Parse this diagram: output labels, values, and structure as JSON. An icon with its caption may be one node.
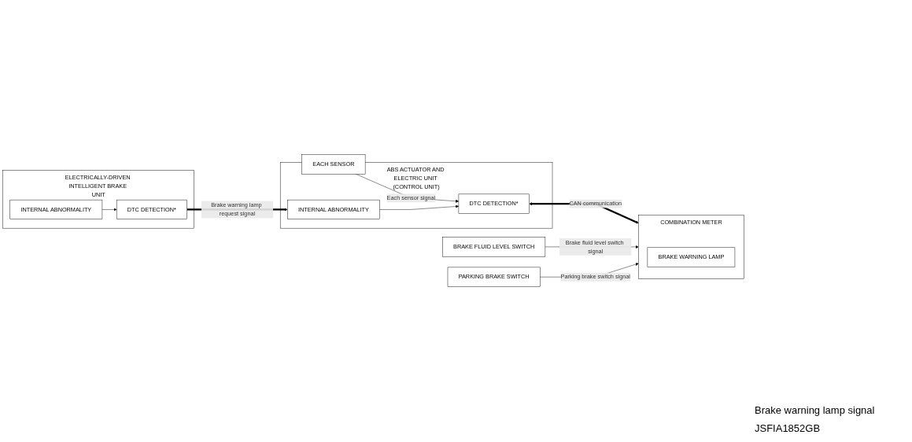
{
  "diagram": {
    "nodes": [
      {
        "text": [
          "EACH SENSOR"
        ]
      },
      {
        "text": [
          "ABS ACTUATOR AND ELECTRIC UNIT (CONTROL UNIT)"
        ]
      },
      {
        "text": [
          "DTC DETECTION*"
        ],
        "in": 1
      },
      {
        "text": [
          "INTERNAL ABNORMALITY"
        ],
        "in": 1
      },
      {
        "text": [
          "ELECTRICALLY-DRIVEN INTELLIGENT BRAKE UNIT"
        ]
      },
      {
        "text": [
          "DTC DETECTION*"
        ],
        "in": 4
      },
      {
        "text": [
          "INTERNAL ABNORMALITY"
        ],
        "in": 4
      },
      {
        "text": [
          "BRAKE FLUID LEVEL SWITCH"
        ]
      },
      {
        "text": [
          "PARKING BRAKE SWITCH"
        ]
      },
      {
        "text": [
          "COMBINATION METER"
        ]
      },
      {
        "text": [
          "BRAKE WARNING LAMP"
        ],
        "in": 9
      }
    ],
    "edges": [
      {
        "from": 0,
        "to": 2,
        "arrow": "to",
        "label": "Each sensor signal"
      },
      {
        "from": 3,
        "to": 2,
        "arrow": "to"
      },
      {
        "from": 2,
        "to": 9,
        "arrow": "both",
        "label": "CAN communication",
        "style": "thick"
      },
      {
        "from": 5,
        "to": 3,
        "arrow": "to",
        "label": "Brake warning lamp request signal",
        "style": "thick"
      },
      {
        "from": 6,
        "to": 5,
        "arrow": "to"
      },
      {
        "from": 7,
        "to": 9,
        "arrow": "to",
        "label": "Brake fluid level switch signal"
      },
      {
        "from": 8,
        "to": 9,
        "arrow": "to",
        "label": "Parking brake switch signal"
      }
    ],
    "labels": [
      "Brake warning lamp signal",
      "JSFIA1852GB"
    ]
  }
}
